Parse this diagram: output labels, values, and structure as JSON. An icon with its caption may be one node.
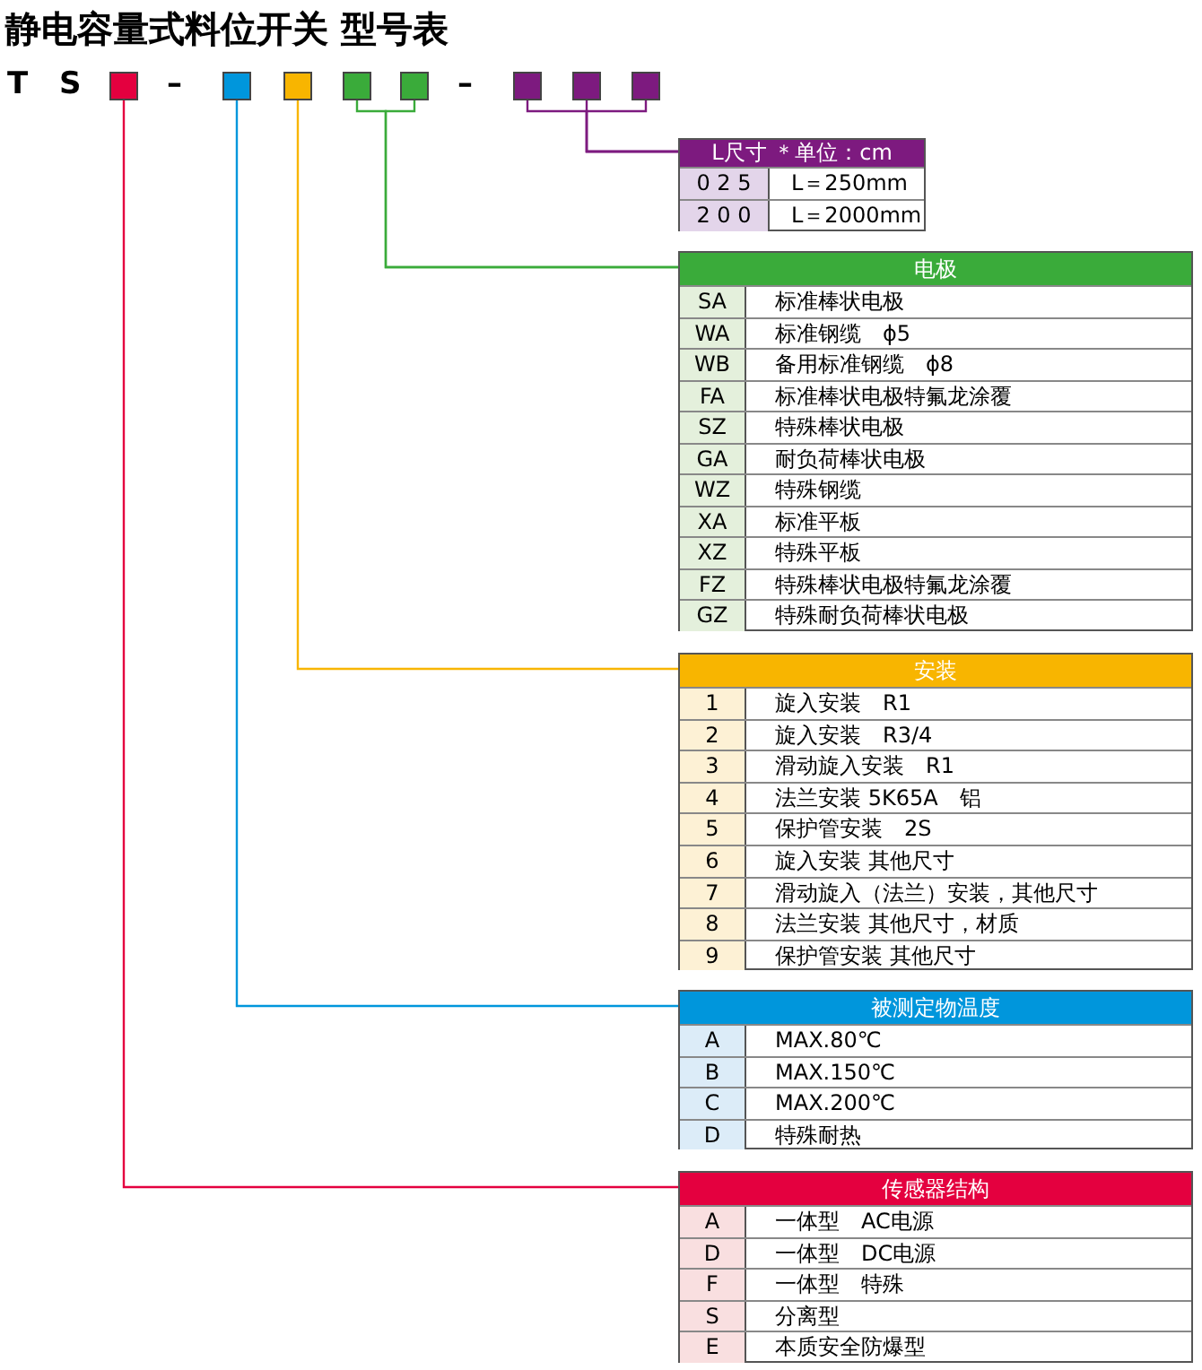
{
  "diagram": {
    "title": "静电容量式料位开关  型号表",
    "nodes": [
      {
        "text": [],
        "shape": "box"
      },
      {
        "text": [],
        "shape": "box"
      },
      {
        "text": [],
        "shape": "box"
      },
      {
        "text": [],
        "shape": "box"
      },
      {
        "text": [],
        "shape": "box"
      },
      {
        "text": [],
        "shape": "box"
      },
      {
        "text": [],
        "shape": "box"
      },
      {
        "text": [],
        "shape": "box"
      },
      {
        "text": [
          "L尺寸 ＊单位：cm"
        ]
      },
      {
        "text": [
          "0 2 5",
          "L＝250mm"
        ],
        "in": 8
      },
      {
        "text": [
          "2 0 0",
          "L＝2000mm"
        ],
        "in": 8
      },
      {
        "text": [
          "电极"
        ]
      },
      {
        "text": [
          "SA",
          "标准棒状电极"
        ],
        "in": 11
      },
      {
        "text": [
          "WA",
          "标准钢缆　ϕ5"
        ],
        "in": 11
      },
      {
        "text": [
          "WB",
          "备用标准钢缆　ϕ8"
        ],
        "in": 11
      },
      {
        "text": [
          "FA",
          "标准棒状电极特氟龙涂覆"
        ],
        "in": 11
      },
      {
        "text": [
          "SZ",
          "特殊棒状电极"
        ],
        "in": 11
      },
      {
        "text": [
          "GA",
          "耐负荷棒状电极"
        ],
        "in": 11
      },
      {
        "text": [
          "WZ",
          "特殊钢缆"
        ],
        "in": 11
      },
      {
        "text": [
          "XA",
          "标准平板"
        ],
        "in": 11
      },
      {
        "text": [
          "XZ",
          "特殊平板"
        ],
        "in": 11
      },
      {
        "text": [
          "FZ",
          "特殊棒状电极特氟龙涂覆"
        ],
        "in": 11
      },
      {
        "text": [
          "GZ",
          "特殊耐负荷棒状电极"
        ],
        "in": 11
      },
      {
        "text": [
          "安装"
        ]
      },
      {
        "text": [
          "1",
          "旋入安装　R1"
        ],
        "in": 23
      },
      {
        "text": [
          "2",
          "旋入安装　R3/4"
        ],
        "in": 23
      },
      {
        "text": [
          "3",
          "滑动旋入安装　R1"
        ],
        "in": 23
      },
      {
        "text": [
          "4",
          "法兰安装 5K65A　铝"
        ],
        "in": 23
      },
      {
        "text": [
          "5",
          "保护管安装　2S"
        ],
        "in": 23
      },
      {
        "text": [
          "6",
          "旋入安装 其他尺寸"
        ],
        "in": 23
      },
      {
        "text": [
          "7",
          "滑动旋入（法兰）安装，其他尺寸"
        ],
        "in": 23
      },
      {
        "text": [
          "8",
          "法兰安装 其他尺寸，材质"
        ],
        "in": 23
      },
      {
        "text": [
          "9",
          "保护管安装 其他尺寸"
        ],
        "in": 23
      },
      {
        "text": [
          "被测定物温度"
        ]
      },
      {
        "text": [
          "A",
          "MAX.80℃"
        ],
        "in": 33
      },
      {
        "text": [
          "B",
          "MAX.150℃"
        ],
        "in": 33
      },
      {
        "text": [
          "C",
          "MAX.200℃"
        ],
        "in": 33
      },
      {
        "text": [
          "D",
          "特殊耐热"
        ],
        "in": 33
      },
      {
        "text": [
          "传感器结构"
        ]
      },
      {
        "text": [
          "A",
          "一体型　AC电源"
        ],
        "in": 38
      },
      {
        "text": [
          "D",
          "一体型　DC电源"
        ],
        "in": 38
      },
      {
        "text": [
          "F",
          "一体型　特殊"
        ],
        "in": 38
      },
      {
        "text": [
          "S",
          "分离型"
        ],
        "in": 38
      },
      {
        "text": [
          "E",
          "本质安全防爆型"
        ],
        "in": 38
      }
    ],
    "edges": [
      {
        "from": 0,
        "to": 38,
        "arrow": "none",
        "color": "#e4003f"
      },
      {
        "from": 1,
        "to": 33,
        "arrow": "none",
        "color": "#0096dc"
      },
      {
        "from": 2,
        "to": 23,
        "arrow": "none",
        "color": "#f8b500"
      },
      {
        "from": 3,
        "to": 11,
        "arrow": "none",
        "color": "#3aab3a"
      },
      {
        "from": 4,
        "to": 11,
        "arrow": "none",
        "color": "#3aab3a"
      },
      {
        "from": 5,
        "to": 8,
        "arrow": "none",
        "color": "#7d1a7f"
      },
      {
        "from": 6,
        "to": 8,
        "arrow": "none",
        "color": "#7d1a7f"
      },
      {
        "from": 7,
        "to": 8,
        "arrow": "none",
        "color": "#7d1a7f"
      }
    ],
    "labels": [
      "T",
      "S",
      "–",
      "–"
    ]
  }
}
